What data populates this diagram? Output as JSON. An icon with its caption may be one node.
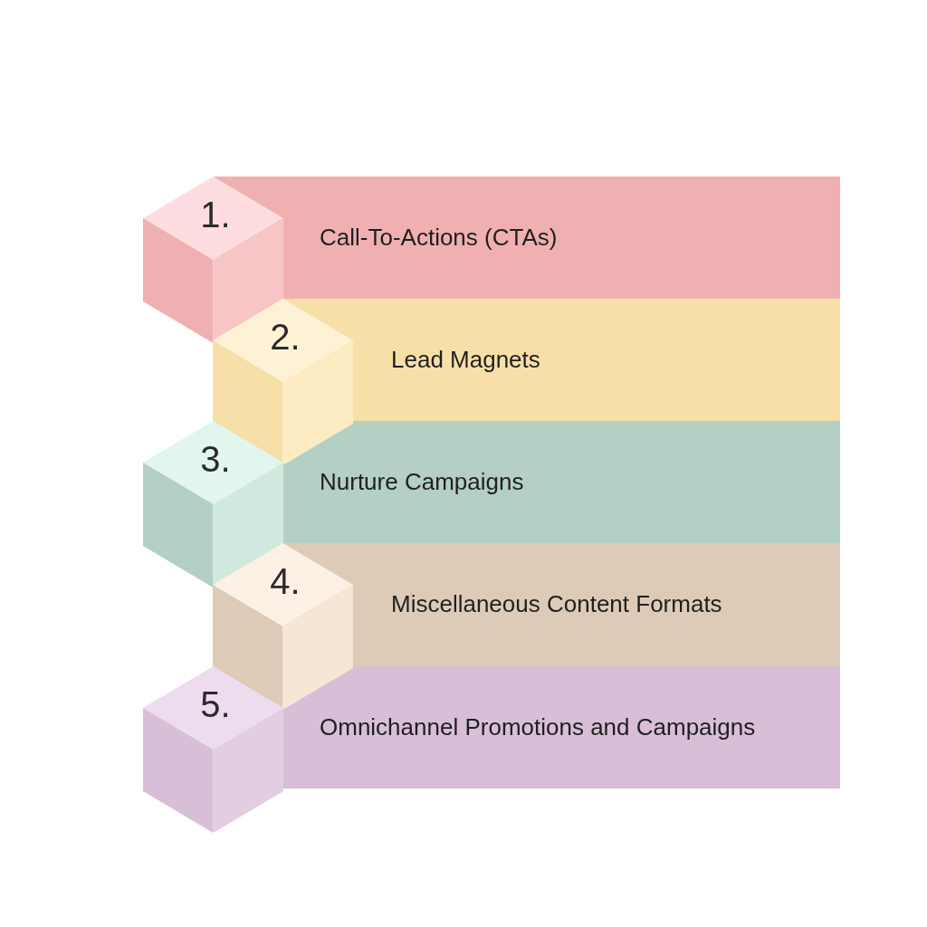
{
  "diagram": {
    "nodes": [
      {
        "text": [
          "1."
        ]
      },
      {
        "text": [
          "Call-To-Actions (CTAs)"
        ]
      },
      {
        "text": [
          "2."
        ]
      },
      {
        "text": [
          "Lead Magnets"
        ]
      },
      {
        "text": [
          "3."
        ]
      },
      {
        "text": [
          "Nurture Campaigns"
        ]
      },
      {
        "text": [
          "4."
        ]
      },
      {
        "text": [
          "Miscellaneous Content Formats"
        ]
      },
      {
        "text": [
          "5."
        ]
      },
      {
        "text": [
          "Omnichannel Promotions and Campaigns"
        ]
      }
    ]
  }
}
